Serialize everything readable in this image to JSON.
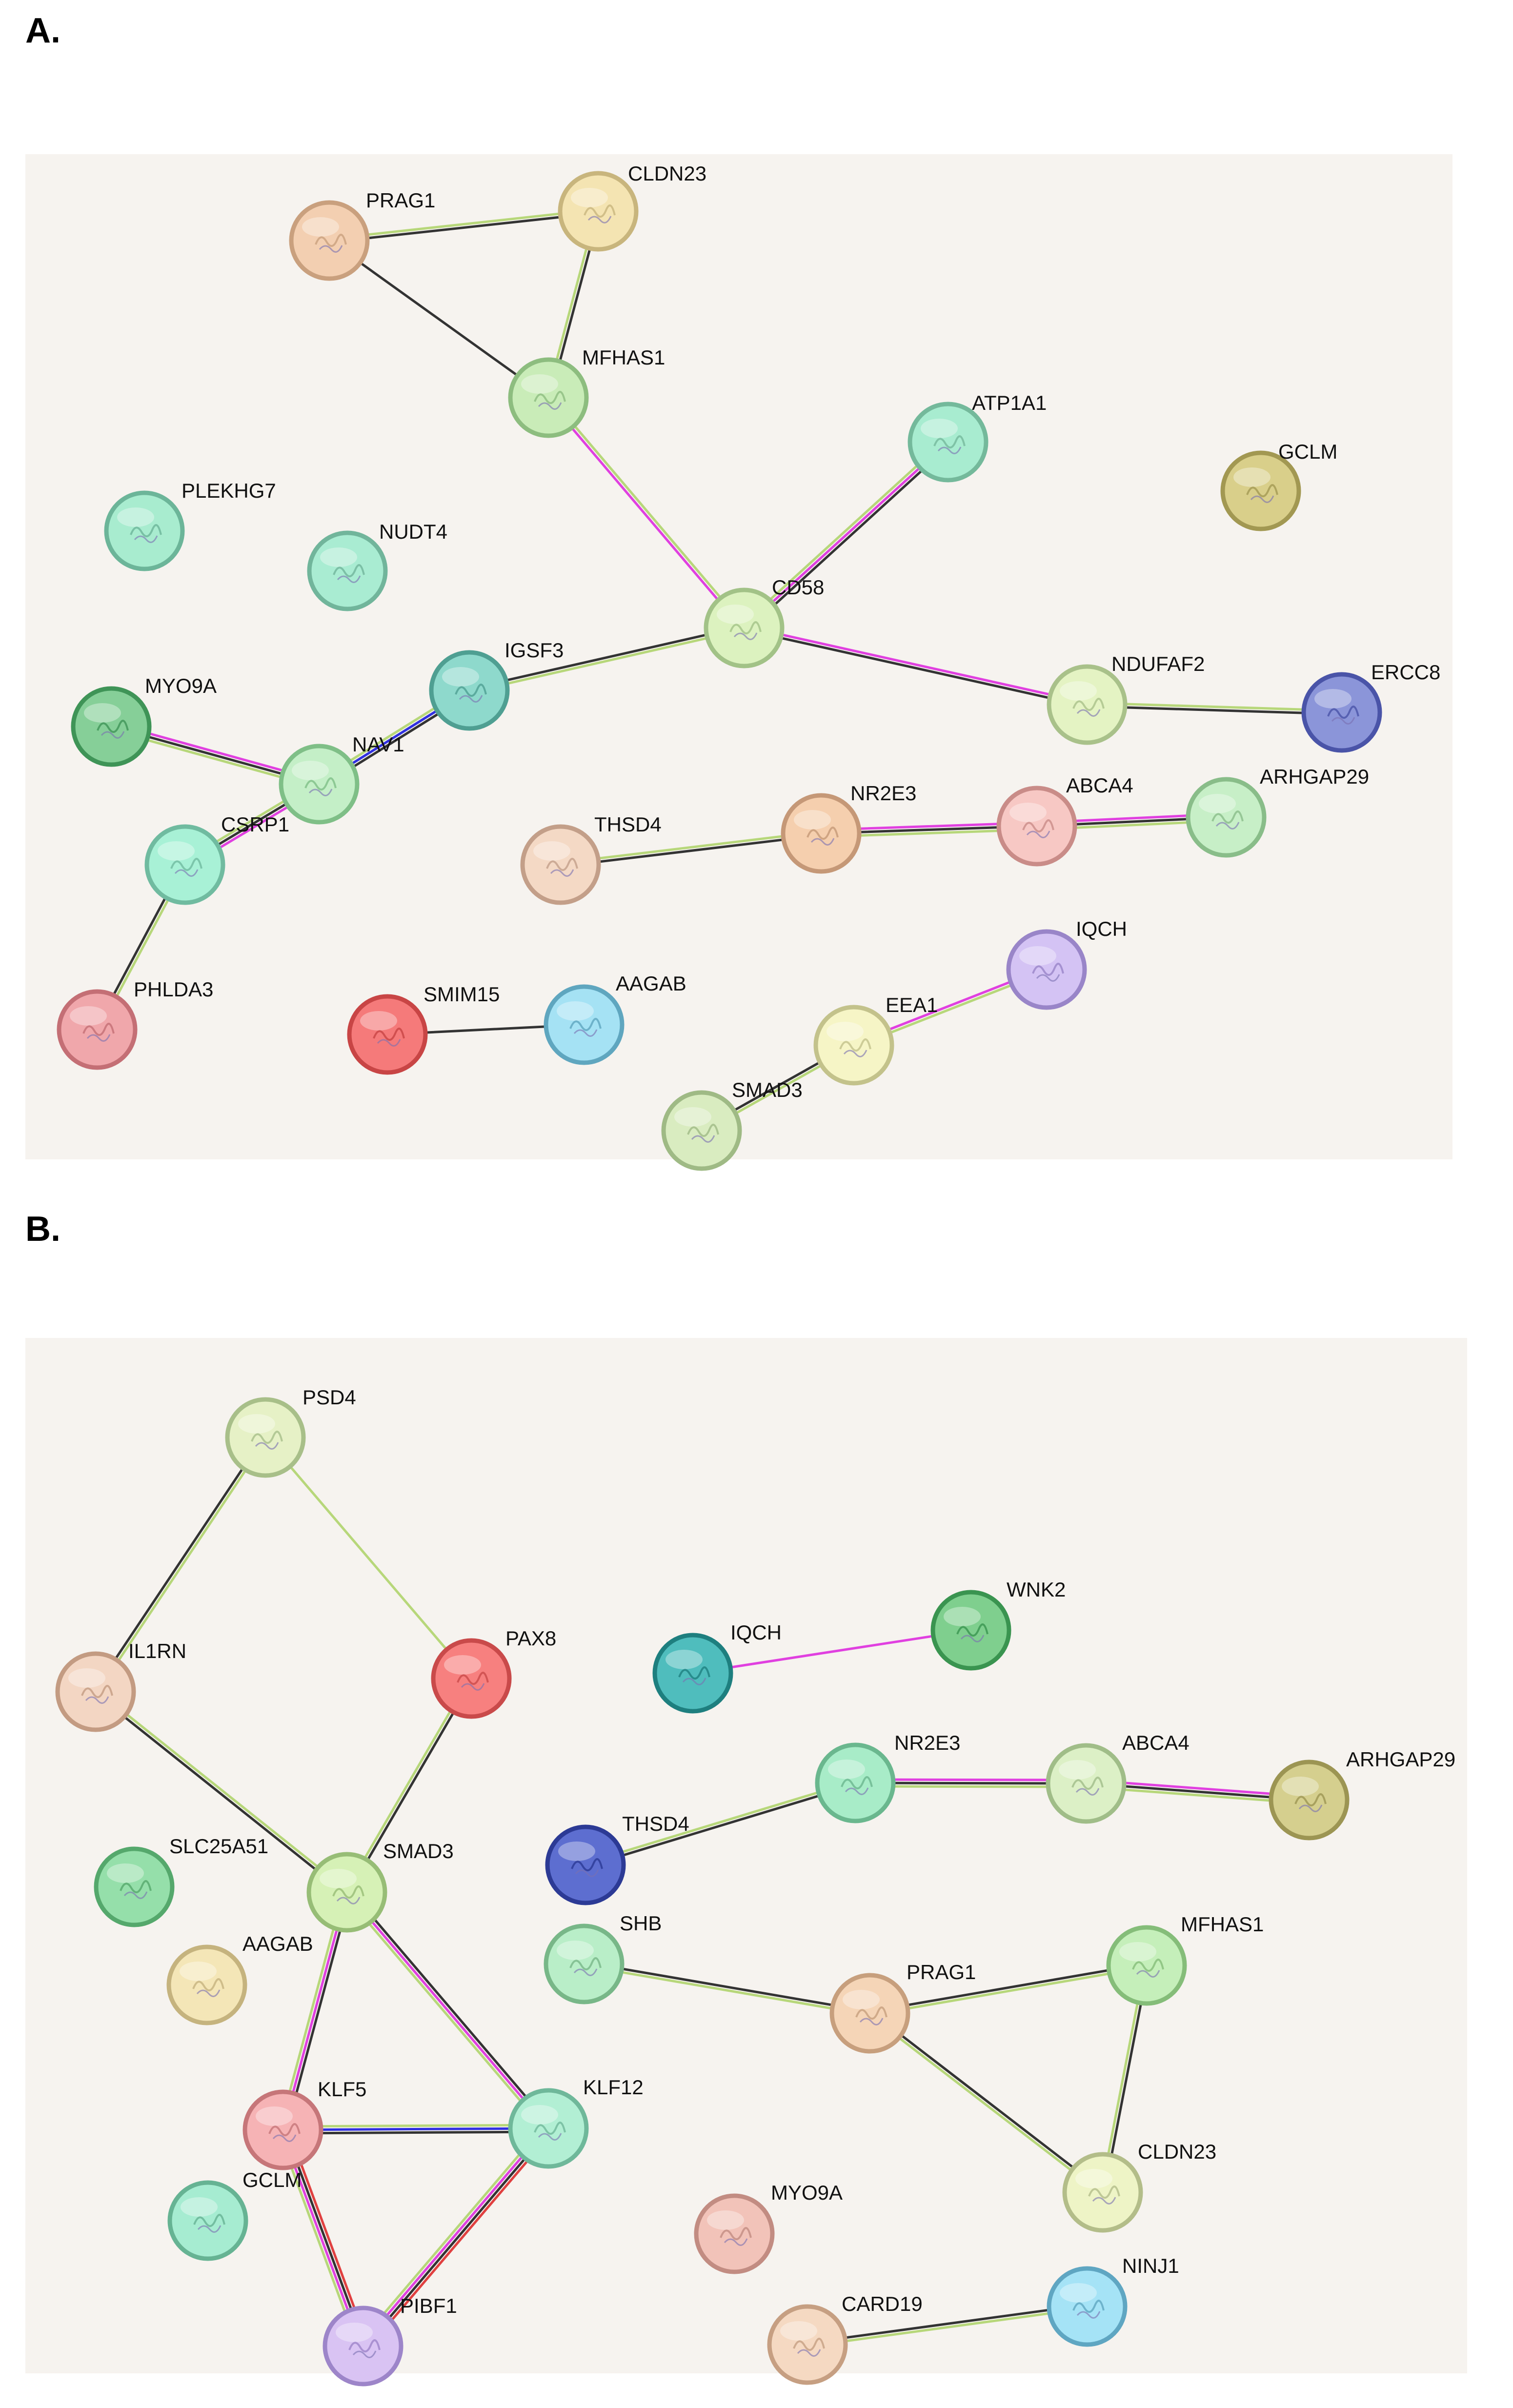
{
  "panels": [
    {
      "label": "A.",
      "nodes": [
        {
          "id": "PRAG1",
          "label": "PRAG1",
          "color": "#f3cfb1",
          "border": "#c9a07e"
        },
        {
          "id": "CLDN23",
          "label": "CLDN23",
          "color": "#f4e4b2",
          "border": "#c8b57d"
        },
        {
          "id": "MFHAS1",
          "label": "MFHAS1",
          "color": "#c9ecb8",
          "border": "#8dbd7f"
        },
        {
          "id": "ATP1A1",
          "label": "ATP1A1",
          "color": "#a8ecd0",
          "border": "#74b99b"
        },
        {
          "id": "GCLM",
          "label": "GCLM",
          "color": "#d9cf8a",
          "border": "#a29852"
        },
        {
          "id": "PLEKHG7",
          "label": "PLEKHG7",
          "color": "#a8eccf",
          "border": "#6cb599"
        },
        {
          "id": "NUDT4",
          "label": "NUDT4",
          "color": "#a9ecd2",
          "border": "#71b59b"
        },
        {
          "id": "CD58",
          "label": "CD58",
          "color": "#dcf2bf",
          "border": "#a2c287"
        },
        {
          "id": "IGSF3",
          "label": "IGSF3",
          "color": "#8ed9cc",
          "border": "#4f9f92"
        },
        {
          "id": "NDUFAF2",
          "label": "NDUFAF2",
          "color": "#e4f3c3",
          "border": "#a9c18a"
        },
        {
          "id": "ERCC8",
          "label": "ERCC8",
          "color": "#8b95d9",
          "border": "#4a54a8"
        },
        {
          "id": "MYO9A",
          "label": "MYO9A",
          "color": "#86cf98",
          "border": "#3f9457"
        },
        {
          "id": "NAV1",
          "label": "NAV1",
          "color": "#c4efc7",
          "border": "#7fbf87"
        },
        {
          "id": "CSRP1",
          "label": "CSRP1",
          "color": "#a8f1d6",
          "border": "#70bba0"
        },
        {
          "id": "THSD4",
          "label": "THSD4",
          "color": "#f4d9c5",
          "border": "#c39f89"
        },
        {
          "id": "NR2E3",
          "label": "NR2E3",
          "color": "#f5cfae",
          "border": "#c59877"
        },
        {
          "id": "ABCA4",
          "label": "ABCA4",
          "color": "#f7c8c4",
          "border": "#c98c88"
        },
        {
          "id": "ARHGAP29",
          "label": "ARHGAP29",
          "color": "#c7efc7",
          "border": "#89bd89"
        },
        {
          "id": "PHLDA3",
          "label": "PHLDA3",
          "color": "#f0a7ab",
          "border": "#c46f75"
        },
        {
          "id": "SMIM15",
          "label": "SMIM15",
          "color": "#f57a7a",
          "border": "#c84545"
        },
        {
          "id": "AAGAB",
          "label": "AAGAB",
          "color": "#a5e2f4",
          "border": "#5fa6bf"
        },
        {
          "id": "IQCH",
          "label": "IQCH",
          "color": "#d4c3f4",
          "border": "#9985c8"
        },
        {
          "id": "EEA1",
          "label": "EEA1",
          "color": "#f6f5c6",
          "border": "#c3c28b"
        },
        {
          "id": "SMAD3",
          "label": "SMAD3",
          "color": "#d9ecc0",
          "border": "#9fba85"
        }
      ],
      "edges": [
        {
          "source": "PRAG1",
          "target": "CLDN23",
          "colors": [
            "#b7d77a",
            "#333333"
          ]
        },
        {
          "source": "PRAG1",
          "target": "MFHAS1",
          "colors": [
            "#333333"
          ]
        },
        {
          "source": "CLDN23",
          "target": "MFHAS1",
          "colors": [
            "#333333",
            "#b7d77a"
          ]
        },
        {
          "source": "MFHAS1",
          "target": "CD58",
          "colors": [
            "#b7d77a",
            "#e040e0"
          ]
        },
        {
          "source": "ATP1A1",
          "target": "CD58",
          "colors": [
            "#333333",
            "#e040e0",
            "#b7d77a"
          ]
        },
        {
          "source": "CD58",
          "target": "NDUFAF2",
          "colors": [
            "#e040e0",
            "#333333"
          ]
        },
        {
          "source": "CD58",
          "target": "IGSF3",
          "colors": [
            "#b7d77a",
            "#333333"
          ]
        },
        {
          "source": "NDUFAF2",
          "target": "ERCC8",
          "colors": [
            "#b7d77a",
            "#333333"
          ]
        },
        {
          "source": "IGSF3",
          "target": "NAV1",
          "colors": [
            "#333333",
            "#3030e0",
            "#b7d77a"
          ]
        },
        {
          "source": "MYO9A",
          "target": "NAV1",
          "colors": [
            "#e040e0",
            "#333333",
            "#b7d77a"
          ]
        },
        {
          "source": "NAV1",
          "target": "CSRP1",
          "colors": [
            "#e040e0",
            "#333333",
            "#b7d77a"
          ]
        },
        {
          "source": "CSRP1",
          "target": "PHLDA3",
          "colors": [
            "#b7d77a",
            "#333333"
          ]
        },
        {
          "source": "THSD4",
          "target": "NR2E3",
          "colors": [
            "#b7d77a",
            "#333333"
          ]
        },
        {
          "source": "NR2E3",
          "target": "ABCA4",
          "colors": [
            "#e040e0",
            "#333333",
            "#b7d77a"
          ]
        },
        {
          "source": "ABCA4",
          "target": "ARHGAP29",
          "colors": [
            "#e040e0",
            "#333333",
            "#b7d77a"
          ]
        },
        {
          "source": "SMIM15",
          "target": "AAGAB",
          "colors": [
            "#333333"
          ]
        },
        {
          "source": "IQCH",
          "target": "EEA1",
          "colors": [
            "#b7d77a",
            "#e040e0"
          ]
        },
        {
          "source": "EEA1",
          "target": "SMAD3",
          "colors": [
            "#b7d77a",
            "#333333"
          ]
        }
      ]
    },
    {
      "label": "B.",
      "nodes": [
        {
          "id": "PSD4",
          "label": "PSD4",
          "color": "#e6f1c6",
          "border": "#a8bf89"
        },
        {
          "id": "IL1RN",
          "label": "IL1RN",
          "color": "#f3d6c3",
          "border": "#c39b82"
        },
        {
          "id": "PAX8",
          "label": "PAX8",
          "color": "#f7807f",
          "border": "#c94a4a"
        },
        {
          "id": "IQCH",
          "label": "IQCH",
          "color": "#4fbdbd",
          "border": "#1e7f7f"
        },
        {
          "id": "WNK2",
          "label": "WNK2",
          "color": "#7fcf8e",
          "border": "#3a9450"
        },
        {
          "id": "NR2E3",
          "label": "NR2E3",
          "color": "#a8ecc8",
          "border": "#6ab78e"
        },
        {
          "id": "ABCA4",
          "label": "ABCA4",
          "color": "#dcf0c6",
          "border": "#a0bd88"
        },
        {
          "id": "ARHGAP29",
          "label": "ARHGAP29",
          "color": "#d5cf8e",
          "border": "#9c9553"
        },
        {
          "id": "SLC25A51",
          "label": "SLC25A51",
          "color": "#95dfaa",
          "border": "#55a86c"
        },
        {
          "id": "SMAD3",
          "label": "SMAD3",
          "color": "#d6f1b6",
          "border": "#97bd76"
        },
        {
          "id": "THSD4",
          "label": "THSD4",
          "color": "#5d6ed0",
          "border": "#2c3a95"
        },
        {
          "id": "SHB",
          "label": "SHB",
          "color": "#b9eec8",
          "border": "#78b788"
        },
        {
          "id": "MFHAS1",
          "label": "MFHAS1",
          "color": "#c5efba",
          "border": "#85bd79"
        },
        {
          "id": "AAGAB",
          "label": "AAGAB",
          "color": "#f4e6b7",
          "border": "#c5b37e"
        },
        {
          "id": "PRAG1",
          "label": "PRAG1",
          "color": "#f5d5b7",
          "border": "#c79f7d"
        },
        {
          "id": "KLF5",
          "label": "KLF5",
          "color": "#f6b3b5",
          "border": "#c67679"
        },
        {
          "id": "KLF12",
          "label": "KLF12",
          "color": "#b2efd4",
          "border": "#6fb89a"
        },
        {
          "id": "CLDN23",
          "label": "CLDN23",
          "color": "#eef4c6",
          "border": "#b3bd89"
        },
        {
          "id": "GCLM",
          "label": "GCLM",
          "color": "#a6ecd1",
          "border": "#66b393"
        },
        {
          "id": "MYO9A",
          "label": "MYO9A",
          "color": "#f2c3b9",
          "border": "#c28c82"
        },
        {
          "id": "NINJ1",
          "label": "NINJ1",
          "color": "#a5e3f6",
          "border": "#5fa6c2"
        },
        {
          "id": "CARD19",
          "label": "CARD19",
          "color": "#f5d9c2",
          "border": "#c69f82"
        },
        {
          "id": "PIBF1",
          "label": "PIBF1",
          "color": "#d9c3f3",
          "border": "#9d85c9"
        }
      ],
      "edges": [
        {
          "source": "PSD4",
          "target": "IL1RN",
          "colors": [
            "#b7d77a",
            "#333333"
          ]
        },
        {
          "source": "PSD4",
          "target": "PAX8",
          "colors": [
            "#b7d77a"
          ]
        },
        {
          "source": "IL1RN",
          "target": "SMAD3",
          "colors": [
            "#b7d77a",
            "#333333"
          ]
        },
        {
          "source": "PAX8",
          "target": "SMAD3",
          "colors": [
            "#333333",
            "#b7d77a"
          ]
        },
        {
          "source": "IQCH",
          "target": "WNK2",
          "colors": [
            "#e040e0"
          ]
        },
        {
          "source": "THSD4",
          "target": "NR2E3",
          "colors": [
            "#b7d77a",
            "#333333"
          ]
        },
        {
          "source": "NR2E3",
          "target": "ABCA4",
          "colors": [
            "#e040e0",
            "#333333",
            "#b7d77a"
          ]
        },
        {
          "source": "ABCA4",
          "target": "ARHGAP29",
          "colors": [
            "#e040e0",
            "#333333",
            "#b7d77a"
          ]
        },
        {
          "source": "SMAD3",
          "target": "KLF5",
          "colors": [
            "#333333",
            "#e040e0",
            "#b7d77a"
          ]
        },
        {
          "source": "SMAD3",
          "target": "KLF12",
          "colors": [
            "#333333",
            "#e040e0",
            "#b7d77a"
          ]
        },
        {
          "source": "KLF5",
          "target": "KLF12",
          "colors": [
            "#b7d77a",
            "#3030e0",
            "#333333"
          ]
        },
        {
          "source": "KLF5",
          "target": "PIBF1",
          "colors": [
            "#e04040",
            "#333333",
            "#e040e0",
            "#b7d77a"
          ]
        },
        {
          "source": "KLF12",
          "target": "PIBF1",
          "colors": [
            "#e04040",
            "#333333",
            "#e040e0",
            "#b7d77a"
          ]
        },
        {
          "source": "SHB",
          "target": "PRAG1",
          "colors": [
            "#333333",
            "#b7d77a"
          ]
        },
        {
          "source": "PRAG1",
          "target": "MFHAS1",
          "colors": [
            "#333333",
            "#b7d77a"
          ]
        },
        {
          "source": "PRAG1",
          "target": "CLDN23",
          "colors": [
            "#333333",
            "#b7d77a"
          ]
        },
        {
          "source": "MFHAS1",
          "target": "CLDN23",
          "colors": [
            "#333333",
            "#b7d77a"
          ]
        },
        {
          "source": "CARD19",
          "target": "NINJ1",
          "colors": [
            "#333333",
            "#b7d77a"
          ]
        }
      ]
    }
  ]
}
